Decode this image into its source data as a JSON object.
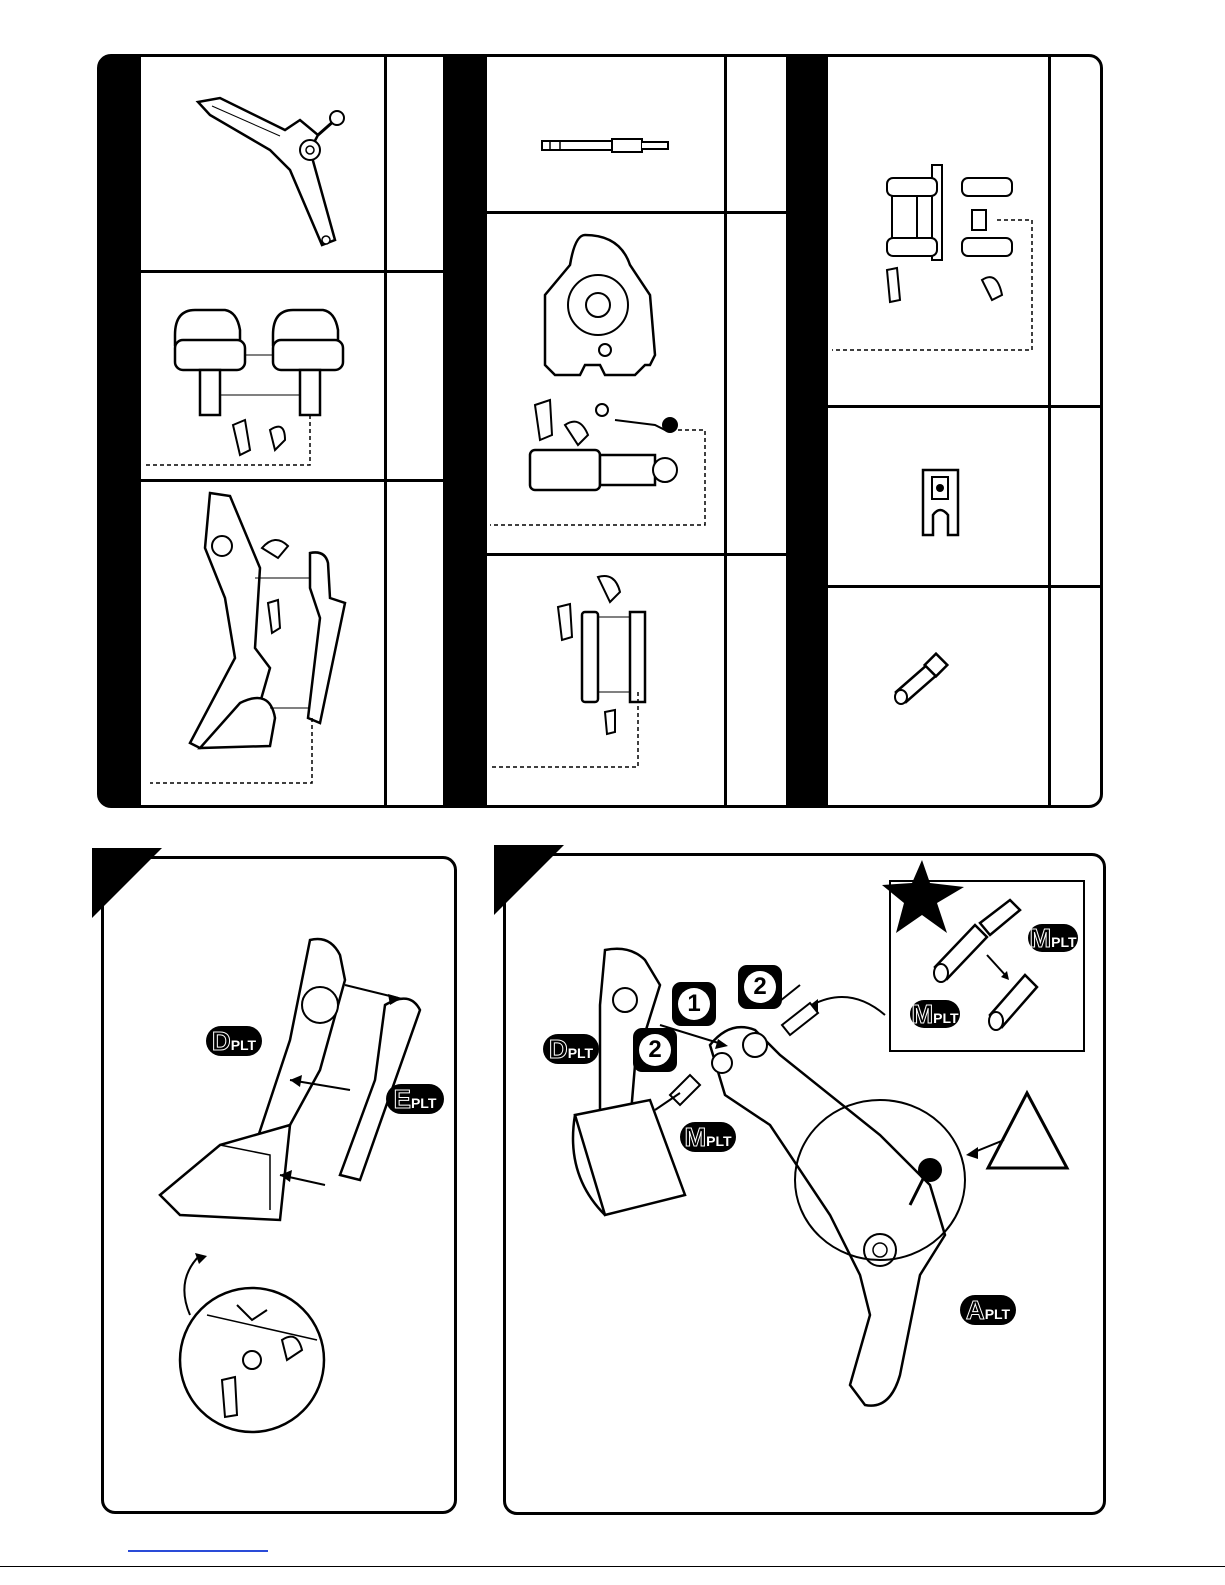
{
  "parts_sheet": {
    "panels": [
      {
        "name": "lever-arm"
      },
      {
        "name": "side-brackets"
      },
      {
        "name": "bucket-arm-halves"
      },
      {
        "name": "threaded-rod"
      },
      {
        "name": "hinge-housing"
      },
      {
        "name": "tube-clamp"
      },
      {
        "name": "bracket-set"
      },
      {
        "name": "fork-clip"
      },
      {
        "name": "pivot-pin"
      }
    ]
  },
  "step_left": {
    "labels": {
      "d": {
        "big": "D",
        "small": "PLT"
      },
      "e": {
        "big": "E",
        "small": "PLT"
      }
    }
  },
  "step_right": {
    "labels": {
      "d": {
        "big": "D",
        "small": "PLT"
      },
      "m1": {
        "big": "M",
        "small": "PLT"
      },
      "m2": {
        "big": "M",
        "small": "PLT"
      },
      "m3": {
        "big": "M",
        "small": "PLT"
      },
      "a": {
        "big": "A",
        "small": "PLT"
      }
    },
    "sequence": {
      "first": "1",
      "second_top": "2",
      "second_left": "2"
    }
  },
  "colors": {
    "ink": "#000000",
    "paper": "#ffffff",
    "link": "#2a4bd7"
  },
  "icons": [
    "star-icon",
    "warning-triangle-icon",
    "magnify-circle-icon",
    "hand-icon",
    "pull-tab-icon"
  ]
}
